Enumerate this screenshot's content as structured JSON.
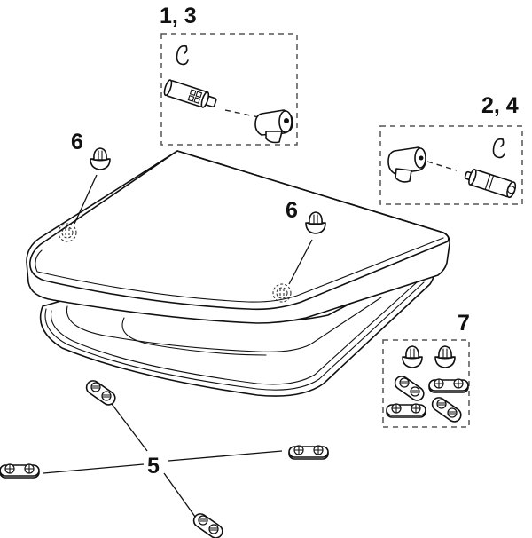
{
  "diagram": {
    "type": "exploded-parts-view",
    "subject": "toilet seat and lid assembly",
    "background_color": "#ffffff",
    "line_color": "#111111",
    "callouts": [
      {
        "id": "c13",
        "label": "1, 3",
        "parts": [
          "retaining clip",
          "hinge pin",
          "hinge block"
        ]
      },
      {
        "id": "c24",
        "label": "2, 4",
        "parts": [
          "hinge block",
          "hinge pin",
          "retaining clip"
        ]
      },
      {
        "id": "c6a",
        "label": "6",
        "parts": [
          "buffer"
        ]
      },
      {
        "id": "c6b",
        "label": "6",
        "parts": [
          "buffer"
        ]
      },
      {
        "id": "c7",
        "label": "7",
        "parts": [
          "buffer",
          "buffer",
          "mounting plate",
          "mounting plate",
          "mounting plate",
          "mounting plate"
        ]
      },
      {
        "id": "c5",
        "label": "5",
        "parts": [
          "mounting plate",
          "mounting plate",
          "mounting plate",
          "mounting plate"
        ]
      }
    ]
  }
}
